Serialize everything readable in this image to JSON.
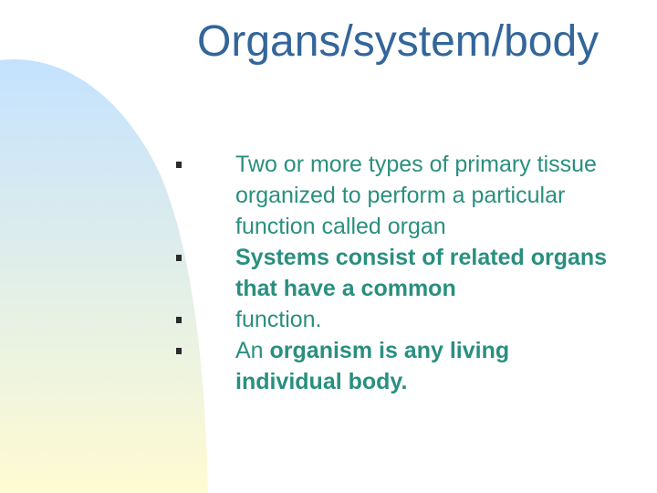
{
  "slide": {
    "title": "Organs/system/body",
    "bullets": [
      {
        "segments": [
          {
            "text": "Two or more types of primary tissue organized to perform a particular function called organ",
            "bold": false
          }
        ]
      },
      {
        "segments": [
          {
            "text": "Systems consist of related organs that have a common",
            "bold": true
          }
        ]
      },
      {
        "segments": [
          {
            "text": "function.",
            "bold": false
          }
        ]
      },
      {
        "segments": [
          {
            "text": "An ",
            "bold": false
          },
          {
            "text": "organism is any living individual body.",
            "bold": true
          }
        ]
      }
    ]
  },
  "colors": {
    "title": "#33669a",
    "bullet_text": "#2a8f7f",
    "bullet_marker": "#2b2b2b",
    "gradient_top": "#c4e2ff",
    "gradient_bottom": "#fffbd2"
  }
}
